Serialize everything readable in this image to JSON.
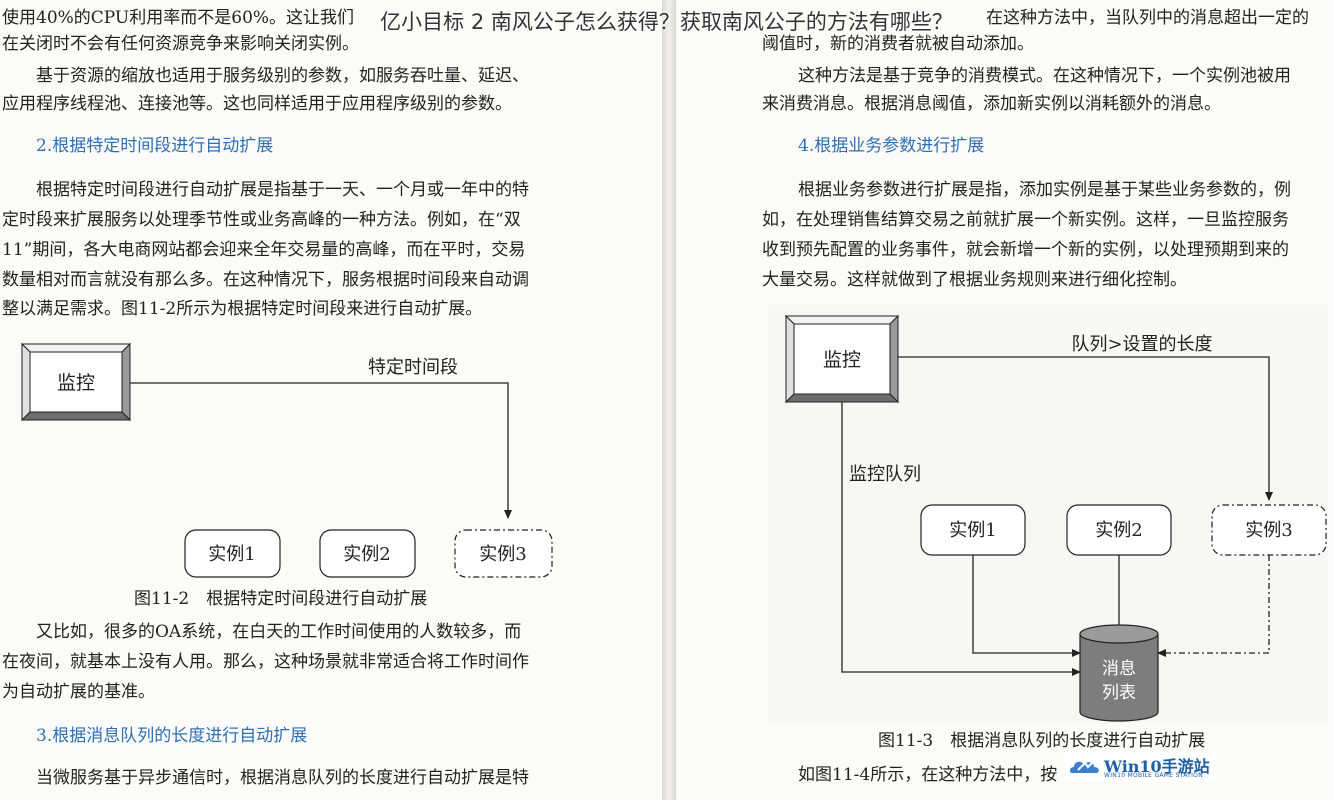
{
  "overlay": {
    "title": "亿小目标 2 南风公子怎么获得？获取南风公子的方法有哪些？"
  },
  "left_page": {
    "p1_line1": "使用40%的CPU利用率而不是60%。这让我们",
    "p1_line2": "在关闭时不会有任何资源竞争来影响关闭实例。",
    "p2_line1": "基于资源的缩放也适用于服务级别的参数，如服务吞吐量、延迟、",
    "p2_line2": "应用程序线程池、连接池等。这也同样适用于应用程序级别的参数。",
    "heading2": "2.根据特定时间段进行自动扩展",
    "p3_line1": "根据特定时间段进行自动扩展是指基于一天、一个月或一年中的特",
    "p3_line2": "定时段来扩展服务以处理季节性或业务高峰的一种方法。例如，在“双",
    "p3_line3": "11”期间，各大电商网站都会迎来全年交易量的高峰，而在平时，交易",
    "p3_line4": "数量相对而言就没有那么多。在这种情况下，服务根据时间段来自动调",
    "p3_line5": "整以满足需求。图11-2所示为根据特定时间段来进行自动扩展。",
    "fig2": {
      "monitor": "监控",
      "timeslot": "特定时间段",
      "inst1": "实例1",
      "inst2": "实例2",
      "inst3": "实例3"
    },
    "caption2": "图11-2　根据特定时间段进行自动扩展",
    "p4_line1": "又比如，很多的OA系统，在白天的工作时间使用的人数较多，而",
    "p4_line2": "在夜间，就基本上没有人用。那么，这种场景就非常适合将工作时间作",
    "p4_line3": "为自动扩展的基准。",
    "heading3": "3.根据消息队列的长度进行自动扩展",
    "p5_line1": "当微服务基于异步通信时，根据消息队列的长度进行自动扩展是特"
  },
  "right_page": {
    "p1_line1": "在这种方法中，当队列中的消息超出一定的",
    "p1_line2": "阈值时，新的消费者就被自动添加。",
    "p2_line1": "这种方法是基于竞争的消费模式。在这种情况下，一个实例池被用",
    "p2_line2": "来消费消息。根据消息阈值，添加新实例以消耗额外的消息。",
    "heading4": "4.根据业务参数进行扩展",
    "p3_line1": "根据业务参数进行扩展是指，添加实例是基于某些业务参数的，例",
    "p3_line2": "如，在处理销售结算交易之前就扩展一个新实例。这样，一旦监控服务",
    "p3_line3": "收到预先配置的业务事件，就会新增一个新的实例，以处理预期到来的",
    "p3_line4": "大量交易。这样就做到了根据业务规则来进行细化控制。",
    "fig3": {
      "monitor": "监控",
      "queue_label": "队列>设置的长度",
      "monitor_queue": "监控队列",
      "inst1": "实例1",
      "inst2": "实例2",
      "inst3": "实例3",
      "msg_line1": "消息",
      "msg_line2": "列表"
    },
    "caption3": "图11-3　根据消息队列的长度进行自动扩展",
    "p4_line1": "如图11-4所示，在这种方法中，按"
  },
  "watermark": {
    "main": "Win10手游站",
    "sub": "WIN10 MOBILE GAME STATION"
  },
  "colors": {
    "heading": "#2f6fb4",
    "cylinder": "#7d7d7d",
    "watermark": "#1f5fa8"
  }
}
